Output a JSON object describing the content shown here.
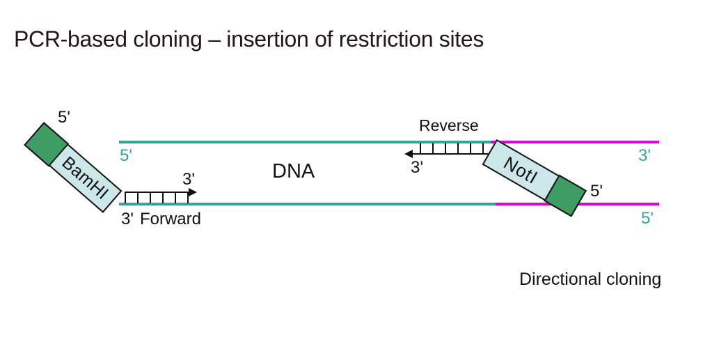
{
  "title": "PCR-based cloning – insertion of restriction sites",
  "footer_caption": "Directional cloning",
  "colors": {
    "teal": "#2AA79E",
    "magenta": "#E000E0",
    "enzyme_green": "#3D9D63",
    "enzyme_body": "#CBE7EA",
    "ink": "#111111",
    "title_ink": "#241419"
  },
  "diagram": {
    "dna_label": "DNA",
    "top_strand": {
      "left_label": "5'",
      "right_label": "3'"
    },
    "bottom_strand": {
      "left_label": "3'",
      "right_label": "5'"
    },
    "forward_primer": {
      "name": "Forward",
      "three_prime_label": "3'",
      "tick_count": 6,
      "direction": "right"
    },
    "reverse_primer": {
      "name": "Reverse",
      "three_prime_label": "3'",
      "tick_count": 6,
      "direction": "left"
    },
    "bamhi_site": {
      "enzyme": "BamHI",
      "five_prime_label": "5'"
    },
    "noti_site": {
      "enzyme": "NotI",
      "five_prime_label": "5'"
    }
  }
}
